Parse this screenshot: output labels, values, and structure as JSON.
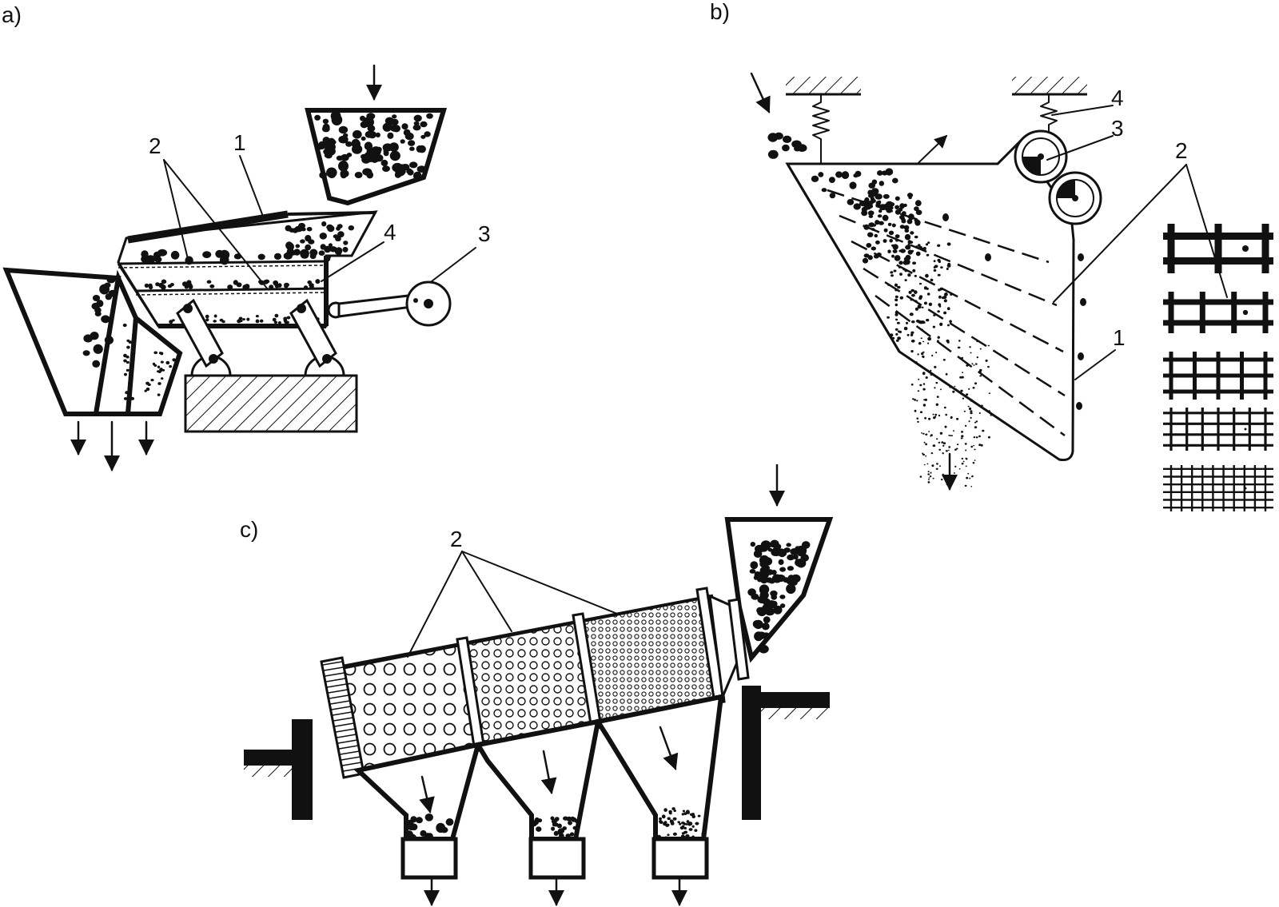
{
  "panels": [
    {
      "label": "a)",
      "callouts": [
        "1",
        "2",
        "3",
        "4"
      ]
    },
    {
      "label": "b)",
      "callouts": [
        "1",
        "2",
        "3",
        "4"
      ]
    },
    {
      "label": "c)",
      "callouts": [
        "2"
      ]
    }
  ],
  "colors": {
    "ink": "#111111",
    "background": "#ffffff"
  }
}
